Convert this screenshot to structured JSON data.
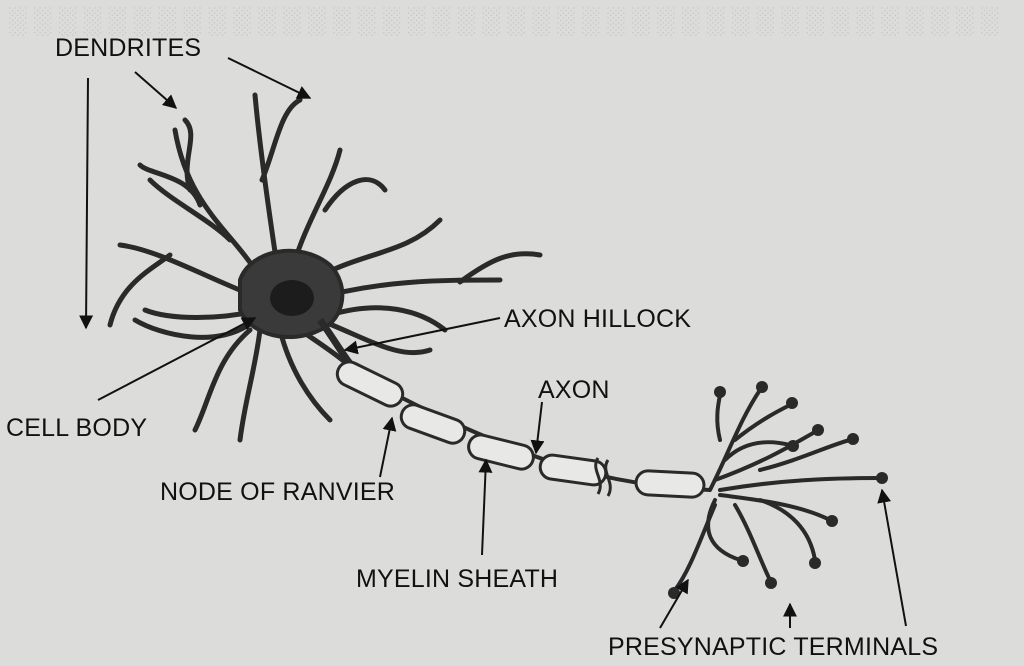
{
  "labels": {
    "dendrites": "DENDRITES",
    "axon_hillock": "AXON HILLOCK",
    "axon": "AXON",
    "cell_body": "CELL BODY",
    "node_of_ranvier": "NODE OF RANVIER",
    "myelin_sheath": "MYELIN SHEATH",
    "presynaptic_terminals": "PRESYNAPTIC TERMINALS"
  },
  "colors": {
    "paper": "#dcdcda",
    "ink": "#2a2a2a",
    "myelin": "#e8e8e6"
  }
}
